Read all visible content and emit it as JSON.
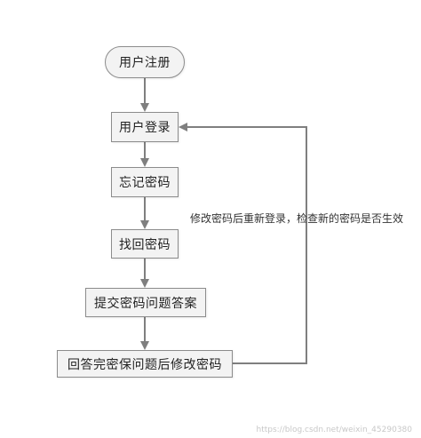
{
  "nodes": {
    "register": "用户注册",
    "login": "用户登录",
    "forgot": "忘记密码",
    "retrieve": "找回密码",
    "submit": "提交密码问题答案",
    "answer": "回答完密保问题后修改密码"
  },
  "annotation": "修改密码后重新登录，检查新的密码是否生效",
  "watermark": "https://blog.csdn.net/weixin_45290380",
  "colors": {
    "box_fill": "#f3f3f3",
    "box_border": "#8c8c8c",
    "arrow": "#7f7f7f"
  }
}
